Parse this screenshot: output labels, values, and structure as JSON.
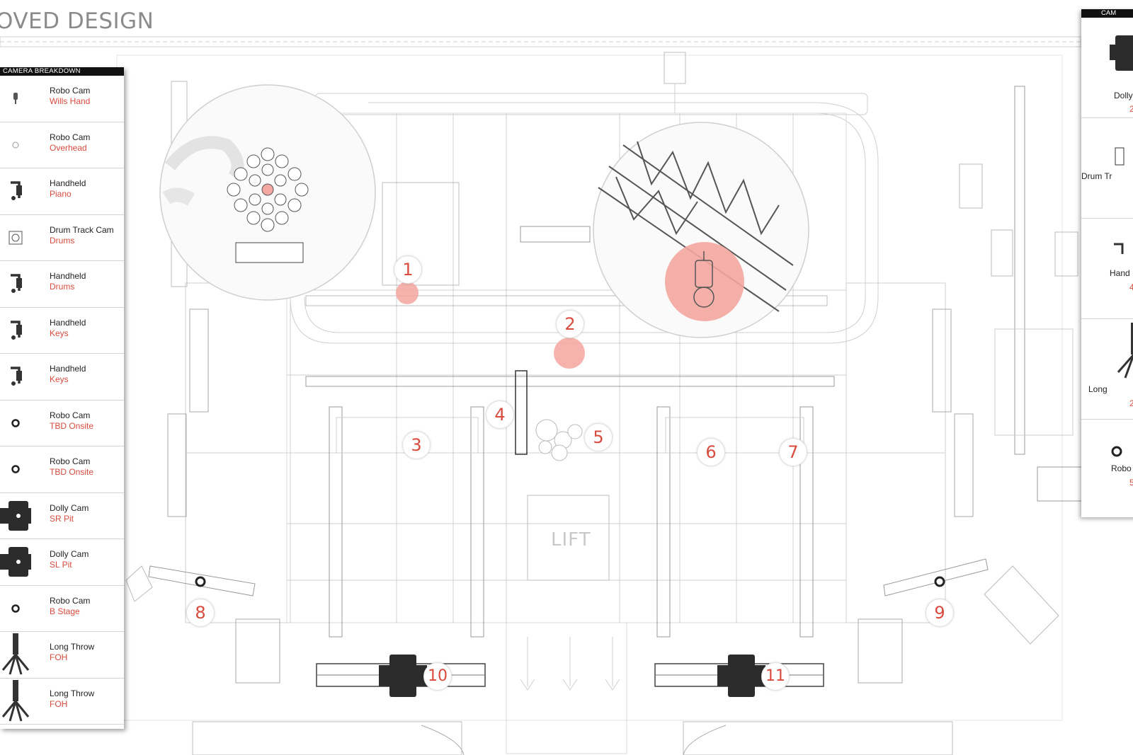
{
  "page": {
    "title": "OVED DESIGN"
  },
  "legend": {
    "header": "CAMERA BREAKDOWN",
    "items": [
      {
        "name": "Robo Cam",
        "location": "Wills Hand",
        "icon": "robo-cam-icon"
      },
      {
        "name": "Robo Cam",
        "location": "Overhead",
        "icon": "robo-cam-overhead-icon"
      },
      {
        "name": "Handheld",
        "location": "Piano",
        "icon": "handheld-camera-icon"
      },
      {
        "name": "Drum Track Cam",
        "location": "Drums",
        "icon": "drum-track-cam-icon"
      },
      {
        "name": "Handheld",
        "location": "Drums",
        "icon": "handheld-camera-icon"
      },
      {
        "name": "Handheld",
        "location": "Keys",
        "icon": "handheld-camera-icon"
      },
      {
        "name": "Handheld",
        "location": "Keys",
        "icon": "handheld-camera-icon"
      },
      {
        "name": "Robo Cam",
        "location": "TBD Onsite",
        "icon": "robo-cam-ring-icon"
      },
      {
        "name": "Robo Cam",
        "location": "TBD Onsite",
        "icon": "robo-cam-ring-icon"
      },
      {
        "name": "Dolly Cam",
        "location": "SR Pit",
        "icon": "dolly-cam-icon"
      },
      {
        "name": "Dolly Cam",
        "location": "SL Pit",
        "icon": "dolly-cam-icon"
      },
      {
        "name": "Robo Cam",
        "location": "B Stage",
        "icon": "robo-cam-ring-icon"
      },
      {
        "name": "Long Throw",
        "location": "FOH",
        "icon": "long-throw-tripod-icon"
      },
      {
        "name": "Long Throw",
        "location": "FOH",
        "icon": "long-throw-tripod-icon"
      }
    ]
  },
  "right_panel": {
    "header": "CAM",
    "items": [
      {
        "name": "Dolly",
        "number": "2"
      },
      {
        "name": "Drum Tr",
        "number": ""
      },
      {
        "name": "Hand",
        "number": "4"
      },
      {
        "name": "Long",
        "number": "2"
      },
      {
        "name": "Robo",
        "number": "5"
      }
    ]
  },
  "markers": [
    "1",
    "2",
    "3",
    "4",
    "5",
    "6",
    "7",
    "8",
    "9",
    "10",
    "11"
  ],
  "plan": {
    "lift_label": "LIFT",
    "highlight_color": "#f4a6a0",
    "accent_color": "#d84b3e"
  }
}
